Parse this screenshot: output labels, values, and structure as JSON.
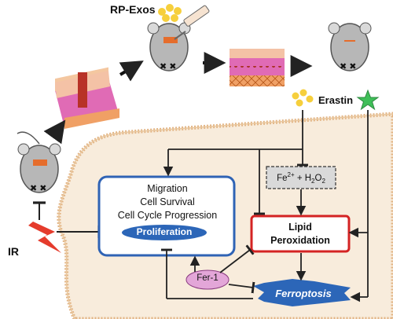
{
  "labels": {
    "rp_exos": "RP-Exos",
    "erastin": "Erastin",
    "ir": "IR",
    "box_cell_functions": [
      "Migration",
      "Cell Survival",
      "Cell Cycle Progression"
    ],
    "proliferation": "Proliferation",
    "fe_base": "Fe",
    "fe_charge": "2+",
    "fe_plus": " + H",
    "h2o2_sub": "2",
    "h2o2_o": "O",
    "h2o2_sub2": "2",
    "lipid_peroxidation": [
      "Lipid",
      "Peroxidation"
    ],
    "fer1": "Fer-1",
    "ferroptosis": "Ferroptosis"
  },
  "colors": {
    "blue_box": "#2f63b5",
    "red_box": "#d42323",
    "blue_shape": "#2c66b8",
    "fer1_fill": "#e3a6d8",
    "exosome_yellow": "#f6cf3c",
    "erastin_green": "#3fbf58",
    "lightning_red": "#e53b2c",
    "cell_fill": "#f8ecdc",
    "membrane": "#e2b484",
    "tissue_red": "#c0392b",
    "tissue_pink": "#e06bb5",
    "tissue_orange": "#f0a065",
    "mouse_grey": "#b7b7b7",
    "tumor_orange": "#e56d2c"
  },
  "icons": [
    "mouse-icon",
    "syringe-icon",
    "exosome-cluster-icon",
    "erastin-star-icon",
    "lightning-icon",
    "skin-tissue-icon"
  ]
}
